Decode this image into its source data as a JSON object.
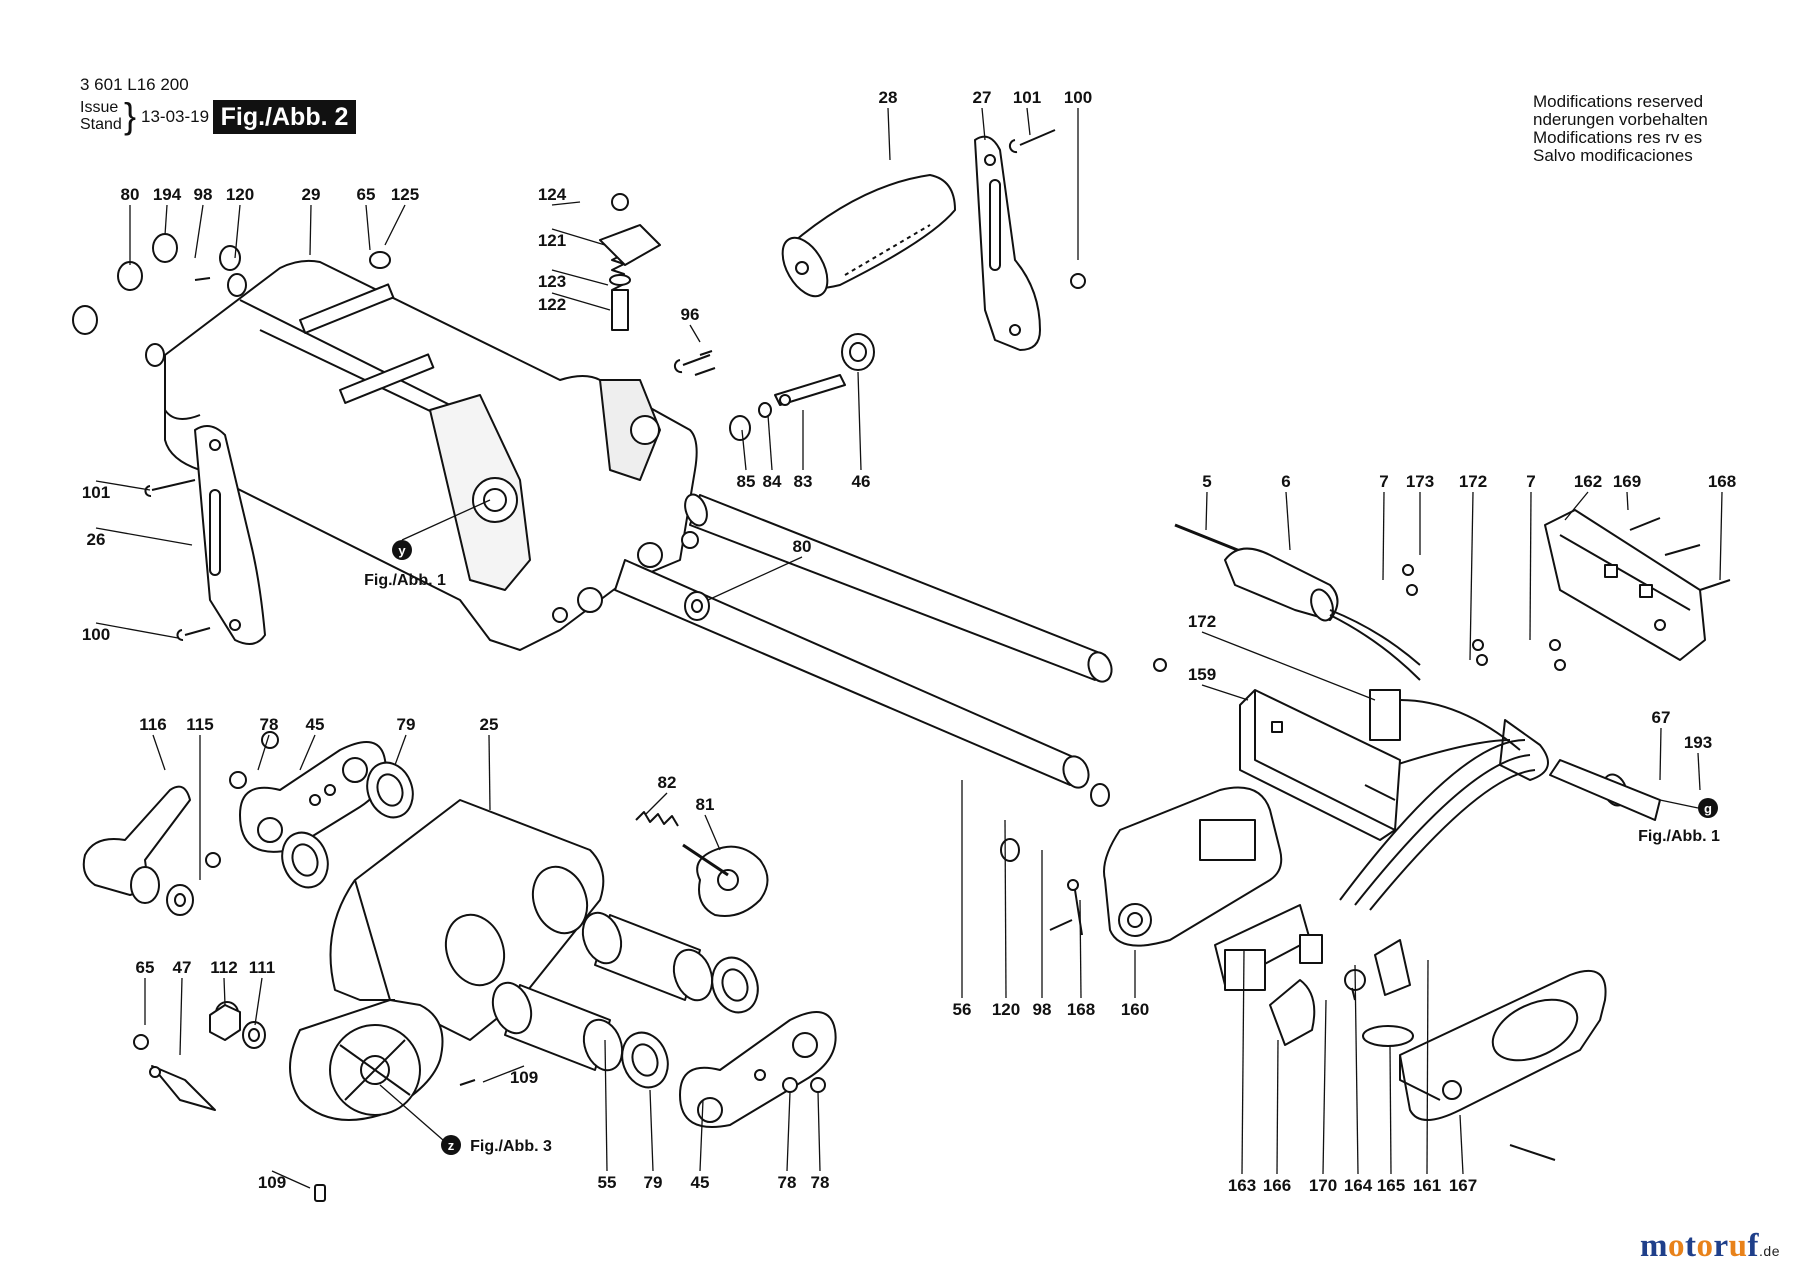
{
  "header": {
    "part_code": "3 601 L16 200",
    "issue_label": "Issue",
    "stand_label": "Stand",
    "date": "13-03-19",
    "figure_label": "Fig./Abb. 2"
  },
  "notice_lines": [
    "Modifications reserved",
    " nderungen vorbehalten",
    "Modifications res rv es",
    "Salvo modificaciones"
  ],
  "references": {
    "y": {
      "letter": "y",
      "label": "Fig./Abb. 1"
    },
    "z": {
      "letter": "z",
      "label": "Fig./Abb. 3"
    },
    "g": {
      "letter": "g",
      "label": "Fig./Abb. 1"
    }
  },
  "callouts": [
    "80",
    "194",
    "98",
    "120",
    "29",
    "65",
    "125",
    "124",
    "121",
    "123",
    "122",
    "96",
    "85",
    "84",
    "83",
    "46",
    "28",
    "27",
    "101",
    "100",
    "101",
    "26",
    "100",
    "80",
    "116",
    "115",
    "78",
    "45",
    "79",
    "25",
    "82",
    "81",
    "65",
    "47",
    "112",
    "111",
    "109",
    "109",
    "55",
    "79",
    "45",
    "78",
    "78",
    "56",
    "120",
    "98",
    "168",
    "160",
    "5",
    "6",
    "7",
    "173",
    "172",
    "7",
    "162",
    "169",
    "168",
    "172",
    "159",
    "67",
    "193",
    "163",
    "166",
    "170",
    "164",
    "165",
    "161",
    "167"
  ],
  "brand": {
    "name": "motoruf",
    "suffix": ".de"
  },
  "colors": {
    "ink": "#111111",
    "part_fill": "#ffffff",
    "shade": "#555555",
    "brand_blue": "#1f3f8a",
    "brand_orange": "#e8821a"
  }
}
